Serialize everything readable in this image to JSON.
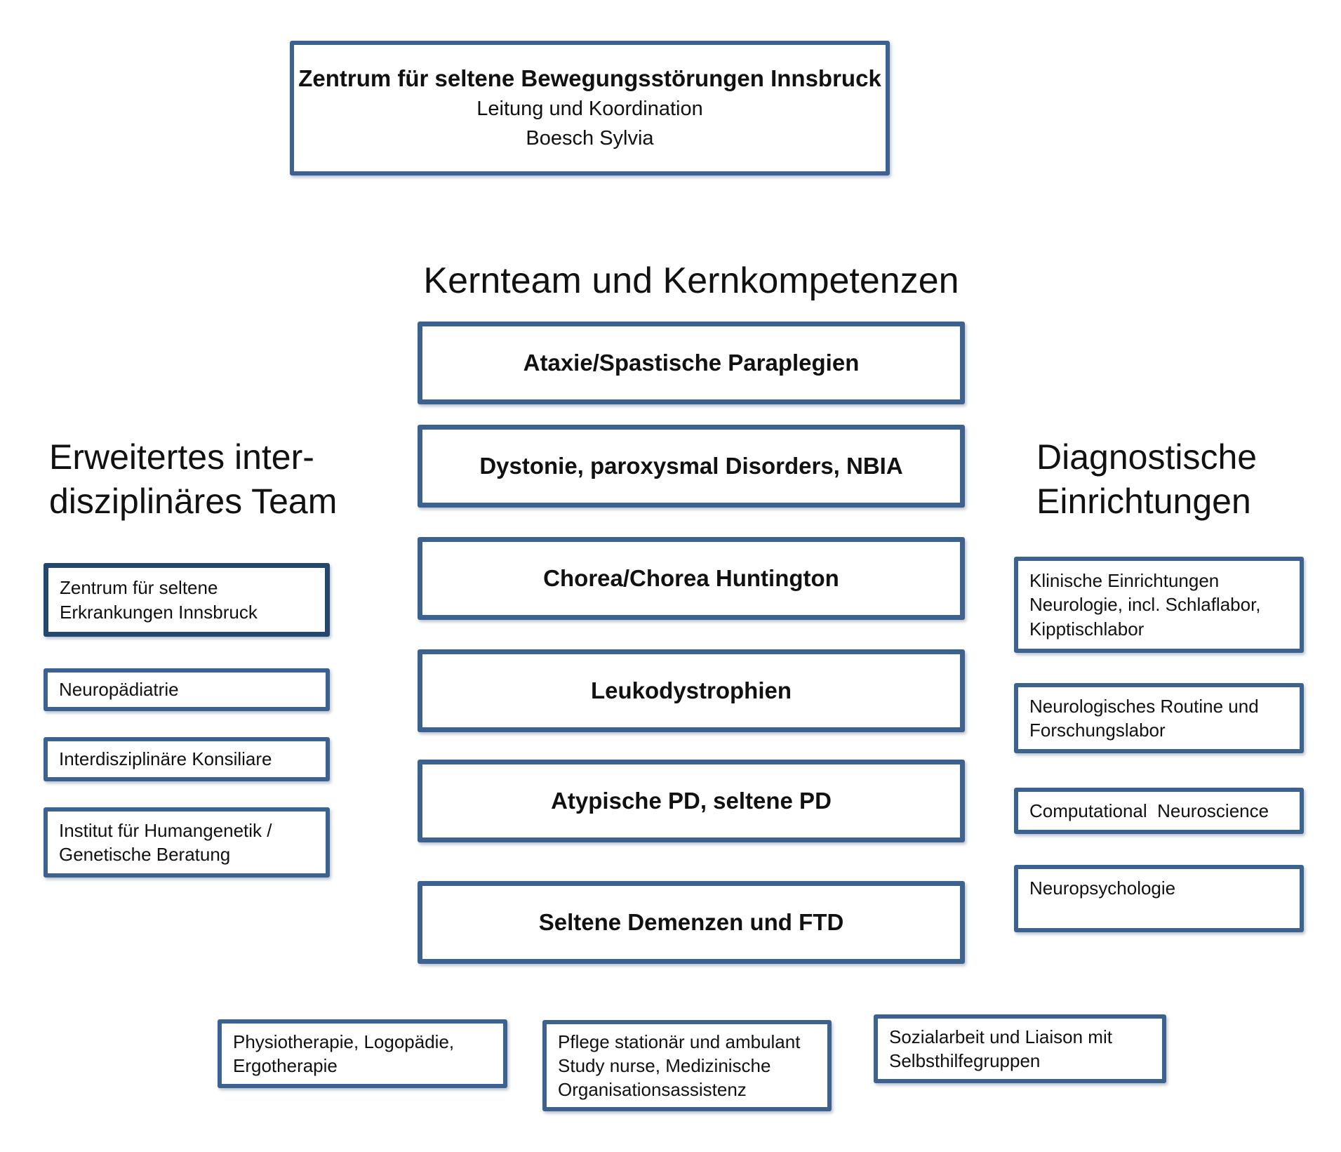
{
  "header_box": {
    "title": "Zentrum für seltene Bewegungsstörungen Innsbruck",
    "subtitle1": "Leitung und Koordination",
    "subtitle2": "Boesch Sylvia"
  },
  "center": {
    "heading": "Kernteam und Kernkompetenzen",
    "boxes": [
      "Ataxie/Spastische Paraplegien",
      "Dystonie, paroxysmal Disorders, NBIA",
      "Chorea/Chorea Huntington",
      "Leukodystrophien",
      "Atypische PD, seltene PD",
      "Seltene Demenzen und FTD"
    ]
  },
  "left": {
    "heading": "Erweitertes inter-\ndisziplinäres Team",
    "boxes": [
      "Zentrum für seltene\nErkrankungen Innsbruck",
      "Neuropädiatrie",
      "Interdisziplinäre Konsiliare",
      "Institut für Humangenetik /\nGenetische Beratung"
    ]
  },
  "right": {
    "heading": "Diagnostische\nEinrichtungen",
    "boxes": [
      "Klinische Einrichtungen\nNeurologie, incl. Schlaflabor,\nKipptischlabor",
      "Neurologisches Routine und\nForschungslabor",
      "Computational  Neuroscience",
      "Neuropsychologie"
    ]
  },
  "bottom": {
    "boxes": [
      "Physiotherapie, Logopädie,\nErgotherapie",
      "Pflege stationär und ambulant\nStudy nurse, Medizinische\nOrganisationsassistenz",
      "Sozialarbeit und Liaison mit\nSelbsthilfegruppen"
    ]
  },
  "colors": {
    "border_blue": "#3c6292",
    "border_dark": "#24476f",
    "text": "#111111",
    "bg": "#ffffff"
  }
}
